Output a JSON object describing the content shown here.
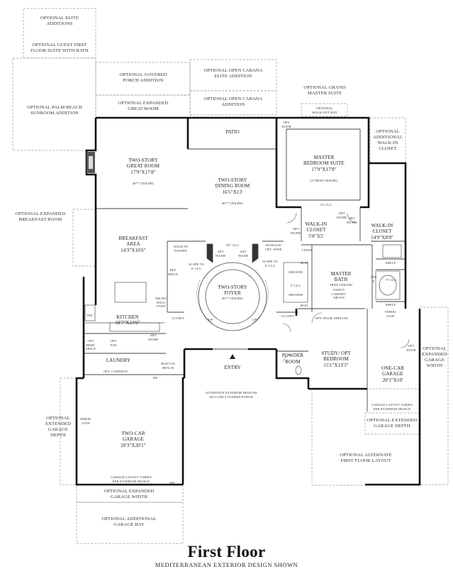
{
  "title": "First Floor",
  "subtitle": "MEDITERRANEAN EXTERIOR DESIGN SHOWN",
  "options": {
    "elite_additions": "OPTIONAL ELITE\nADDITIONS",
    "guest_suite": "OPTIONAL GUEST FIRST\nFLOOR SUITE WITH BATH",
    "covered_porch": "OPTIONAL COVERED\nPORCH ADDITION",
    "cabana_elite": "OPTIONAL OPEN CABANA\nELITE ADDITION",
    "palm_beach": "OPTIONAL PALM BEACH\nSUNROOM ADDITION",
    "expanded_great_room": "OPTIONAL EXPANDED\nGREAT ROOM",
    "cabana_addition": "OPTIONAL OPEN CABANA\nADDITION",
    "grand_master": "OPTIONAL GRAND\nMASTER SUITE",
    "walkout_bay": "OPTIONAL\nWALK-OUT BAY",
    "additional_closet": "OPTIONAL\nADDITIONAL\nWALK-IN\nCLOSET",
    "expanded_breakfast": "OPTIONAL EXPANDED\nBREAKFAST ROOM",
    "expanded_garage_width_right": "OPTIONAL\nEXPANDED\nGARAGE\nWIDTH",
    "extended_garage_depth_left": "OPTIONAL\nEXTENDED\nGARAGE\nDEPTH",
    "extended_garage_depth_right": "OPTIONAL EXTENDED\nGARAGE DEPTH",
    "alternate_layout": "OPTIONAL ALTERNATE\nFIRST FLOOR LAYOUT",
    "expanded_garage_width_bottom": "OPTIONAL EXPANDED\nGARAGE WIDTH",
    "additional_garage_bay": "OPTIONAL ADDITIONAL\nGARAGE BAY"
  },
  "rooms": {
    "patio": "PATIO",
    "great_room": {
      "name": "TWO-STORY\nGREAT ROOM",
      "dim": "17'9\"X17'8\"",
      "note": "20'7\" CEILING"
    },
    "dining_room": {
      "name": "TWO-STORY\nDINING ROOM",
      "dim": "16'5\"X13'",
      "note": "20'7\" CEILING"
    },
    "master_bedroom": {
      "name": "MASTER\nBEDROOM SUITE",
      "dim": "17'9\"X17'8\"",
      "note": "13' TRAY CEILING"
    },
    "opt_door_master": "OPT\nDOOR",
    "clg_12": "12' CLG",
    "breakfast": {
      "name": "BREAKFAST\nAREA",
      "dim": "14'3\"X10'6\""
    },
    "walkin_closet_1": {
      "name": "WALK-IN\nCLOSET",
      "dim": "5'8\"X5'"
    },
    "walkin_closet_2": {
      "name": "WALK-IN\nCLOSET",
      "dim": "14'9\"X8'8\""
    },
    "art_niche_1": "ART\nNICHE",
    "art_niche_2": "ART\nNICHE",
    "art_niche_3": "ART\nNICHE",
    "walkin_pantry": "WALK-IN\nPANTRY",
    "clg_8_6": "8'6\" CLG",
    "art_niche_4": "ART\nNICHE",
    "art_niche_5": "ART\nNICHE",
    "storage": "STORAGE/\nOPT. WINE",
    "linen": "LINEN",
    "slope_left": "SLOPE TO\n6' CLG",
    "slope_right": "SLOPE TO\n6' CLG",
    "ref_space": "REF\nSPACE",
    "foyer": {
      "name": "TWO-STORY\nFOYER",
      "note": "20'7\" CEILING"
    },
    "shower_1": "SHOWER",
    "clg_9": "9' CLG",
    "shower_2": "SHOWER",
    "seat_1": "SEAT",
    "seat_2": "SEAT",
    "master_bath": {
      "name": "MASTER\nBATH",
      "dim": "TRAY CEILING"
    },
    "vanity": "VANITY\nCABINET\nABOVE",
    "step": "STEP",
    "shelf_1": "SHELF",
    "shelf_2": "SHELF",
    "clg_9b": "9' CLG",
    "micro_wall_oven": "MICRO\nWALL\nOVEN",
    "kitchen": {
      "name": "KITCHEN",
      "dim": "18'7\"X13'6\""
    },
    "closet_1": "CLOSET",
    "closet_2": "CLOSET",
    "up_1": "UP",
    "up_2": "UP",
    "opt_book_shelves": "OPT. BOOK SHELVES",
    "wheel_stop_right": "WHEEL\nSTOP",
    "dw": "DW",
    "opt_frzr": "OPT\nFRZR.\nSPACE",
    "opt_wd": "OPT\nW/D",
    "art_niche_6": "ART\nNICHE",
    "study": {
      "name": "STUDY/ OPT\nBEDROOM",
      "dim": "15'1\"X13'3\""
    },
    "opt_door_garage": "OPT\nDOOR",
    "laundry": "LAUNDRY",
    "built_in_bench": "BUILT-IN\nBENCH",
    "powder_room": "POWDER\nROOM",
    "one_car_garage": {
      "name": "ONE-CAR\nGARAGE",
      "dim": "20'3\"X10'"
    },
    "opt_cabinets": "OPT. CABINETS",
    "entry": "ENTRY",
    "dn_1": "DN",
    "alt_exterior": "ALTERNATE EXTERIOR DESIGNS\nINCLUDE COVERED PORCH",
    "garage_layout_right": "GARAGE LAYOUT VARIES\nPER EXTERIOR DESIGN",
    "wheel_stop_left": "WHEEL\nSTOP",
    "two_car_garage": {
      "name": "TWO-CAR\nGARAGE",
      "dim": "20'3\"X20'1\""
    },
    "garage_layout_left": "GARAGE LAYOUT VARIES\nPER EXTERIOR DESIGN",
    "dn_2": "DN"
  }
}
